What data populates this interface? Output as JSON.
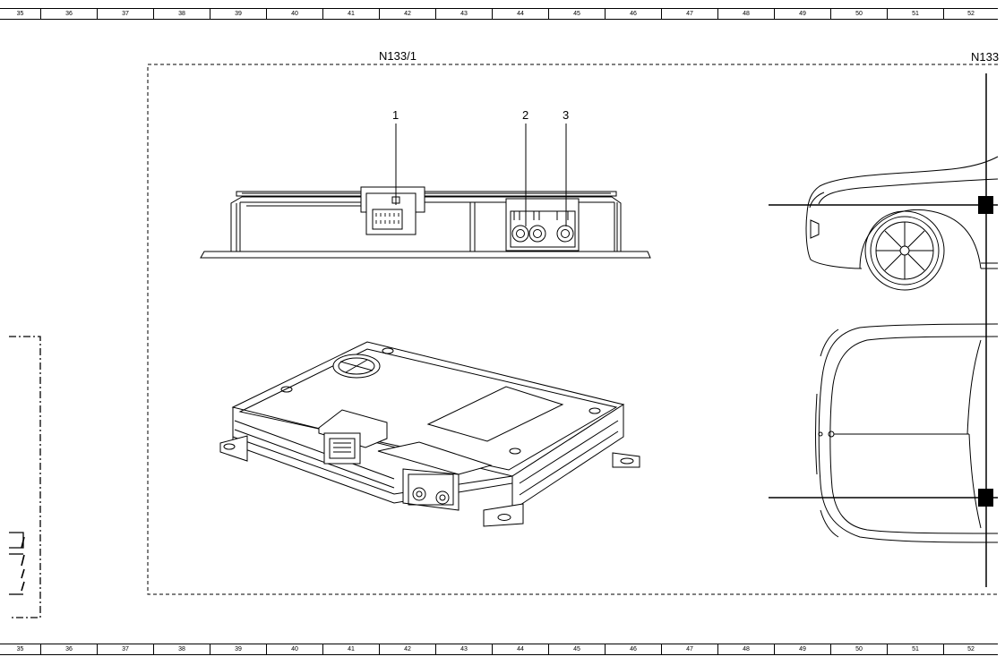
{
  "ruler_numbers": [
    "35",
    "36",
    "37",
    "38",
    "39",
    "40",
    "41",
    "42",
    "43",
    "44",
    "45",
    "46",
    "47",
    "48",
    "49",
    "50",
    "51",
    "52"
  ],
  "component_label": "N133/1",
  "component_label_cut": "N133",
  "callouts": [
    "1",
    "2",
    "3"
  ],
  "colors": {
    "line": "#000000",
    "background": "#ffffff"
  }
}
